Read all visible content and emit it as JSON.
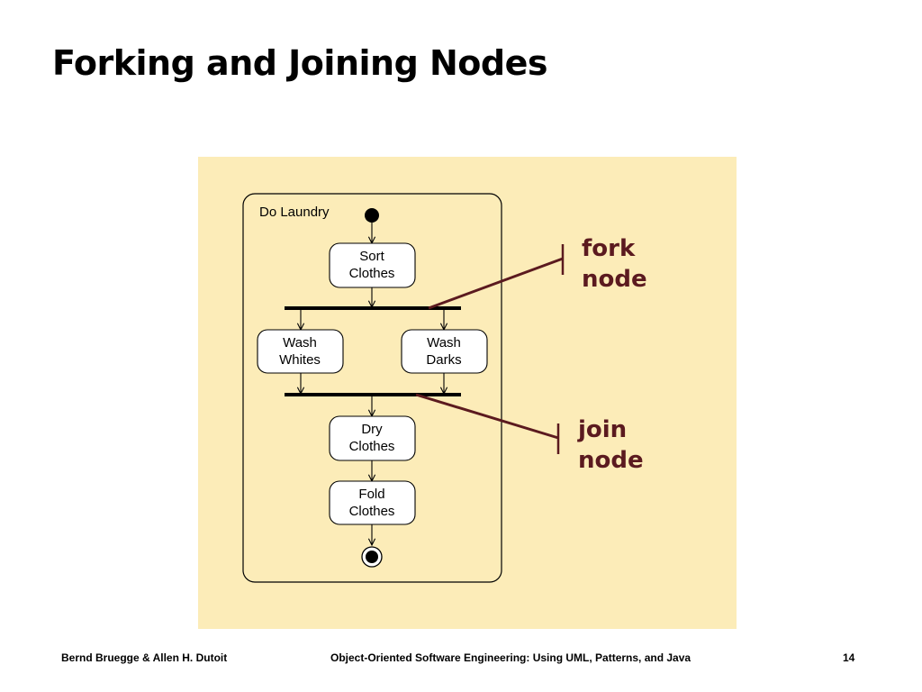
{
  "slide": {
    "title": "Forking and Joining Nodes"
  },
  "diagram": {
    "frame_label": "Do Laundry",
    "nodes": {
      "sort": [
        "Sort",
        "Clothes"
      ],
      "wash_whites": [
        "Wash",
        "Whites"
      ],
      "wash_darks": [
        "Wash",
        "Darks"
      ],
      "dry": [
        "Dry",
        "Clothes"
      ],
      "fold": [
        "Fold",
        "Clothes"
      ]
    },
    "callouts": {
      "fork": [
        "fork",
        "node"
      ],
      "join": [
        "join",
        "node"
      ]
    },
    "colors": {
      "background_panel": "#fcecb8",
      "callout": "#5b1a1f"
    }
  },
  "footer": {
    "authors": "Bernd Bruegge & Allen H. Dutoit",
    "course": "Object-Oriented Software Engineering: Using UML, Patterns, and Java",
    "page_number": "14"
  }
}
